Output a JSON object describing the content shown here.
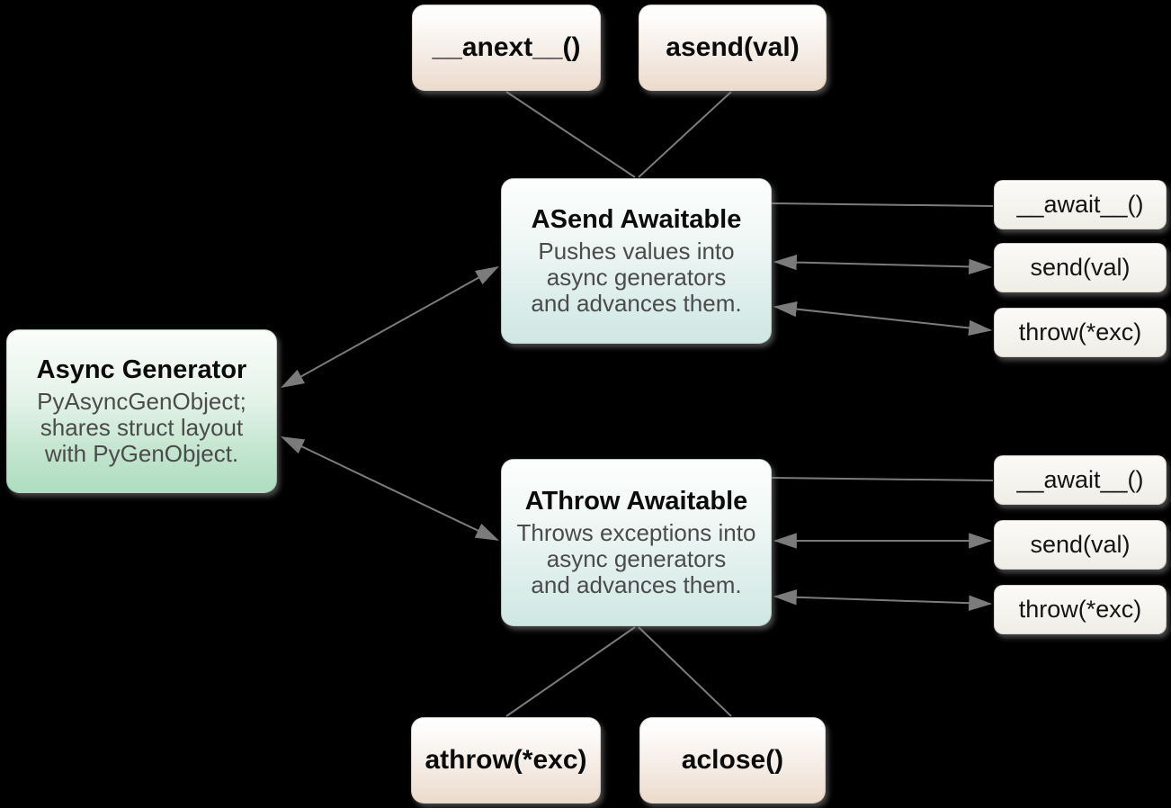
{
  "diagram": {
    "background_color": "#000000",
    "edge_color": "#7b7b7b",
    "accent_colors": {
      "method_call_gradient_bottom": "#ecdbcc",
      "awaitable_gradient_bottom": "#cfe7e3",
      "generator_gradient_bottom": "#aeddbf",
      "protocol_box_fill": "#f3f1ec"
    },
    "nodes": {
      "anext": {
        "label": "__anext__()"
      },
      "asend": {
        "label": "asend(val)"
      },
      "asend_awaitable": {
        "title": "ASend Awaitable",
        "body": "Pushes values into\nasync generators\nand advances them."
      },
      "async_generator": {
        "title": "Async Generator",
        "body": "PyAsyncGenObject;\nshares struct layout\nwith PyGenObject."
      },
      "athrow_awaitable": {
        "title": "AThrow Awaitable",
        "body": "Throws exceptions into\nasync generators\nand advances them."
      },
      "asend_methods": [
        {
          "label": "__await__()"
        },
        {
          "label": "send(val)"
        },
        {
          "label": "throw(*exc)"
        }
      ],
      "athrow_methods": [
        {
          "label": "__await__()"
        },
        {
          "label": "send(val)"
        },
        {
          "label": "throw(*exc)"
        }
      ],
      "athrow_call": {
        "label": "athrow(*exc)"
      },
      "aclose": {
        "label": "aclose()"
      }
    }
  }
}
